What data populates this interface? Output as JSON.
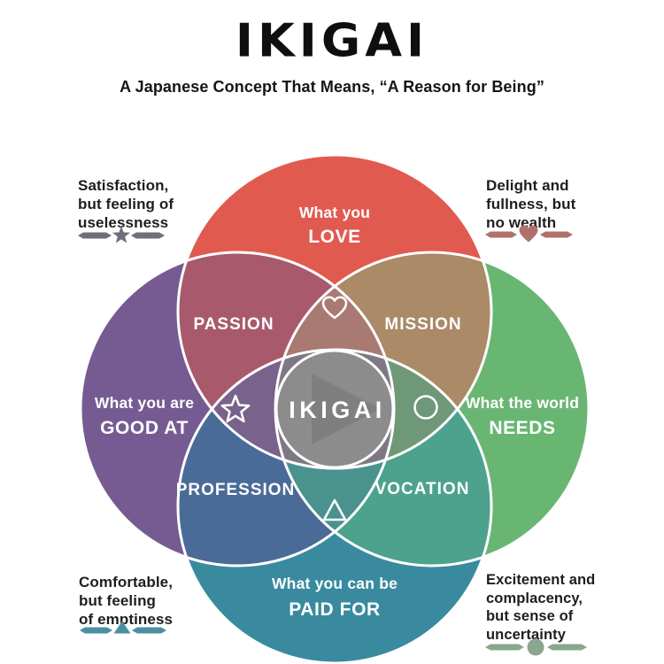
{
  "header": {
    "title": "IKIGAI",
    "subtitle": "A Japanese Concept That Means, “A Reason for Being”"
  },
  "diagram": {
    "center_label": "IKIGAI",
    "center_color": "#8c8c8c",
    "outline_color": "#ffffff",
    "four_way_color": "#7e7884",
    "circles": {
      "love": {
        "line1": "What you",
        "line2": "LOVE",
        "color": "#e15a50"
      },
      "good_at": {
        "line1": "What you are",
        "line2": "GOOD AT",
        "color": "#755b92"
      },
      "needs": {
        "line1": "What the world",
        "line2": "NEEDS",
        "color": "#69b673"
      },
      "paid_for": {
        "line1": "What you can be",
        "line2": "PAID FOR",
        "color": "#398a9f"
      }
    },
    "overlaps": {
      "passion": {
        "label": "PASSION",
        "color": "#a85a6c"
      },
      "mission": {
        "label": "MISSION",
        "color": "#aa8a67"
      },
      "profession": {
        "label": "PROFESSION",
        "color": "#4a6b97"
      },
      "vocation": {
        "label": "VOCATION",
        "color": "#4da28d"
      }
    },
    "petals": {
      "heart": {
        "icon": "heart-icon",
        "color": "#a87a71"
      },
      "star": {
        "icon": "star-icon",
        "color": "#79628b"
      },
      "ring": {
        "icon": "circle-icon",
        "color": "#6f9878"
      },
      "triangle": {
        "icon": "triangle-icon",
        "color": "#4a928e"
      }
    }
  },
  "annotations": {
    "top_left": {
      "lines": [
        "Satisfaction,",
        "but feeling of",
        "uselessness"
      ],
      "icon": "star-icon",
      "color": "#716d7c"
    },
    "top_right": {
      "lines": [
        "Delight and",
        "fullness, but",
        "no wealth"
      ],
      "icon": "heart-icon",
      "color": "#b0706b"
    },
    "bottom_left": {
      "lines": [
        "Comfortable,",
        "but feeling",
        "of emptiness"
      ],
      "icon": "triangle-icon",
      "color": "#4b90a1"
    },
    "bottom_right": {
      "lines": [
        "Excitement and",
        "complacency,",
        "but sense of",
        "uncertainty"
      ],
      "icon": "circle-icon",
      "color": "#8aa78e"
    }
  }
}
